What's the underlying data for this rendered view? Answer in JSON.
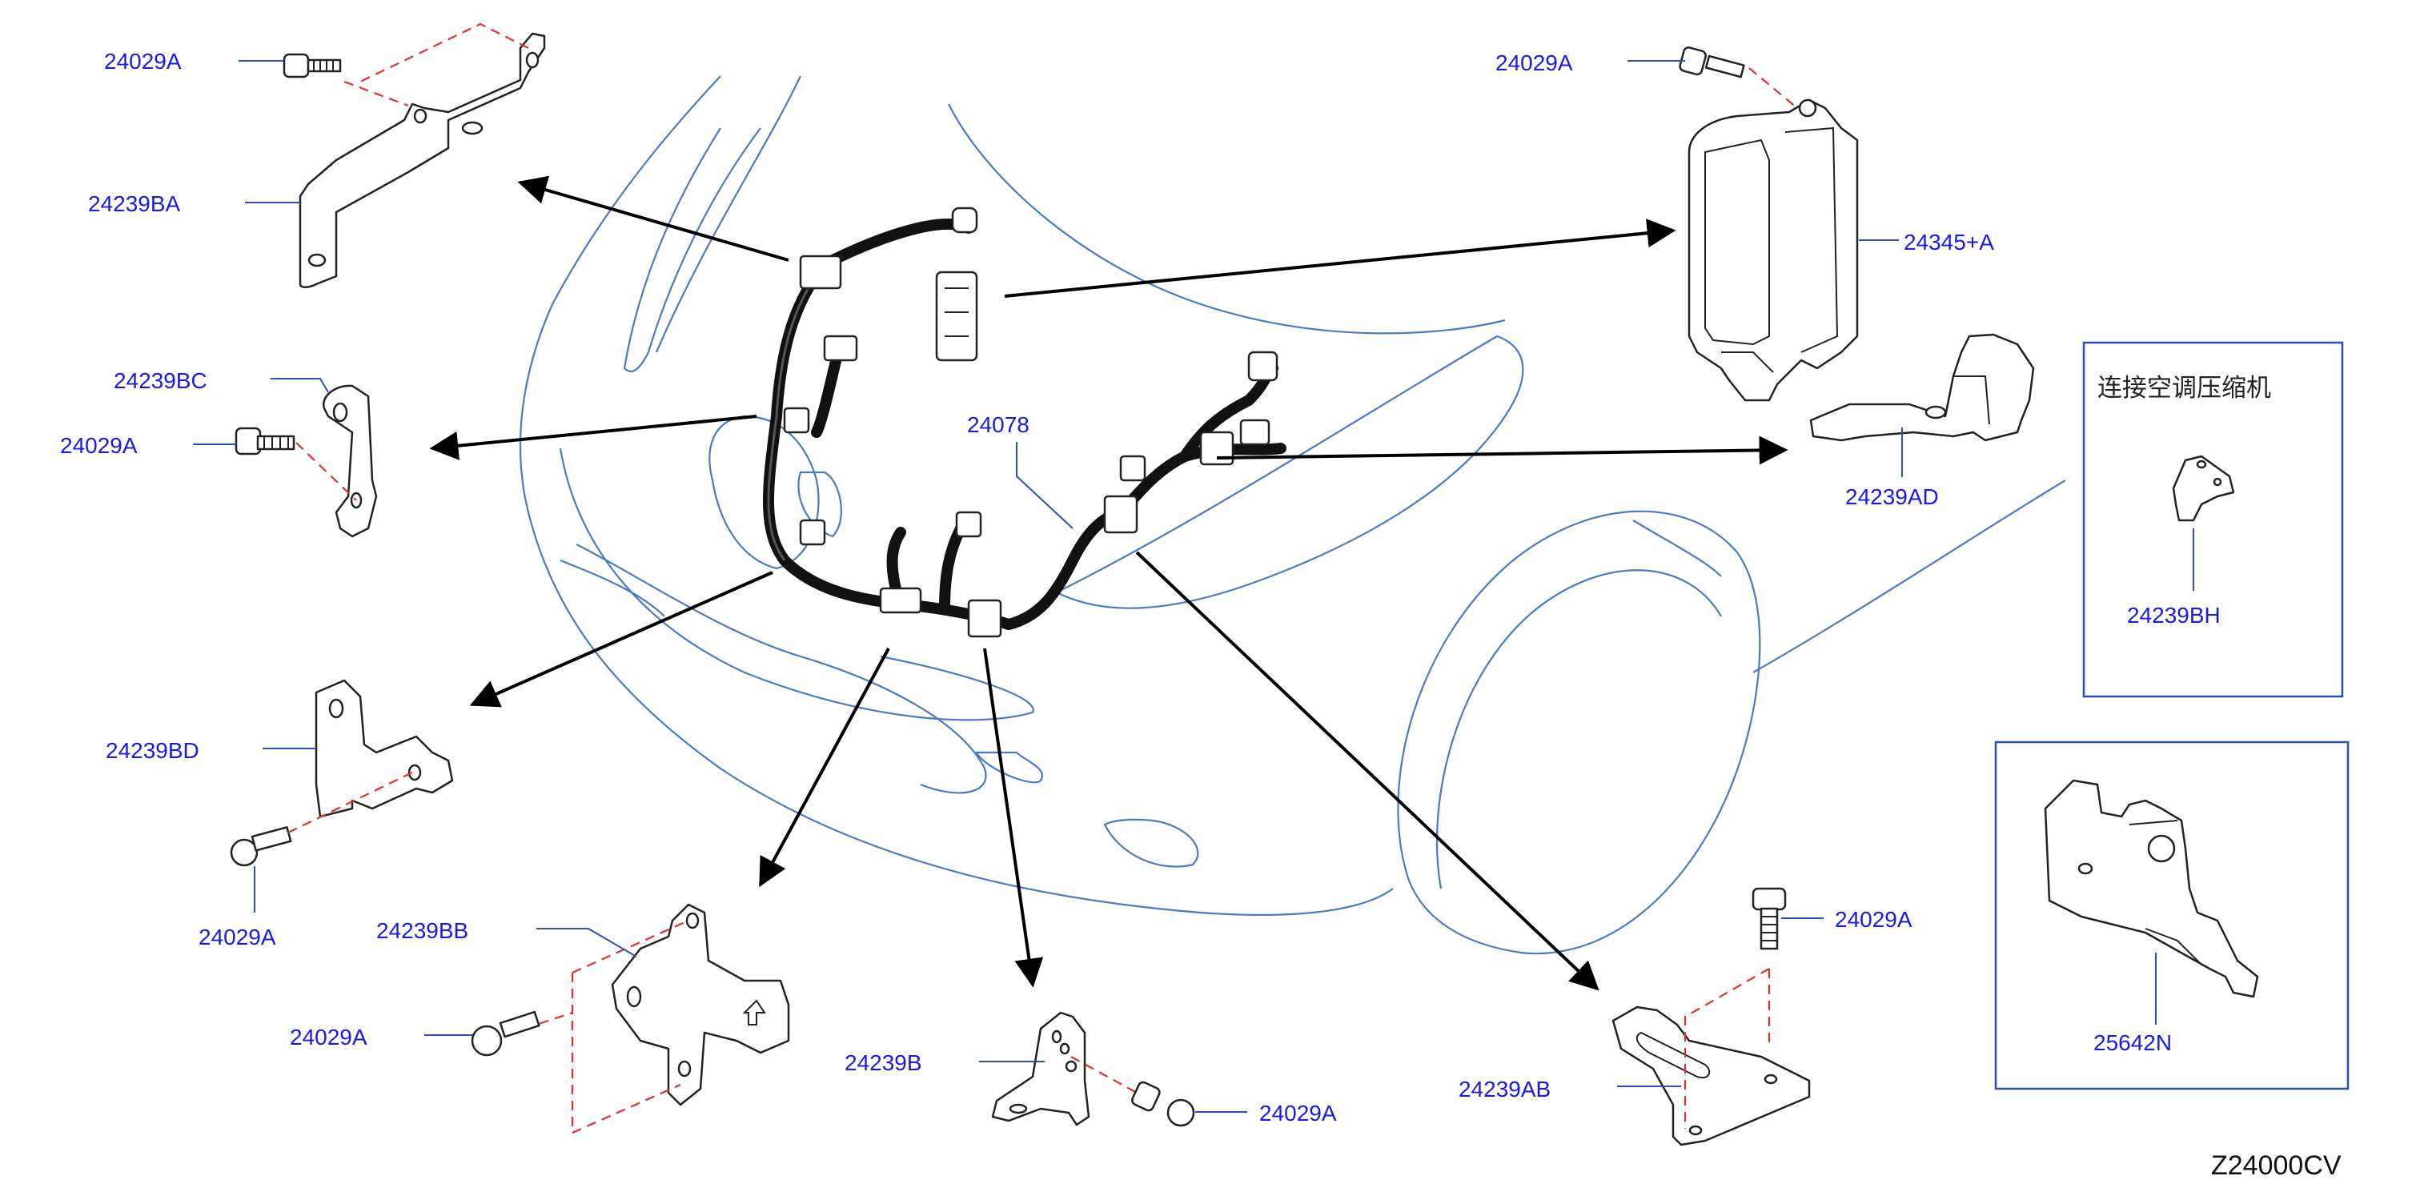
{
  "labels": {
    "l1": "24029A",
    "l2": "24239BA",
    "l3": "24239BC",
    "l4": "24029A",
    "l5": "24239BD",
    "l6": "24029A",
    "l7": "24239BB",
    "l8": "24029A",
    "l9": "24239B",
    "l10": "24029A",
    "l11": "24078",
    "l12": "24029A",
    "l13": "24345+A",
    "l14": "24239AD",
    "l15": "24239BH",
    "l16": "24029A",
    "l17": "24239AB",
    "l18": "25642N"
  },
  "inset_note": "连接空调压缩机",
  "diagram_code": "Z24000CV",
  "colors": {
    "label_text": "#1a1ae6",
    "leader_line": "#2a4fb5",
    "car_outline": "#4a7ac4",
    "dashed_line": "#e03030"
  }
}
